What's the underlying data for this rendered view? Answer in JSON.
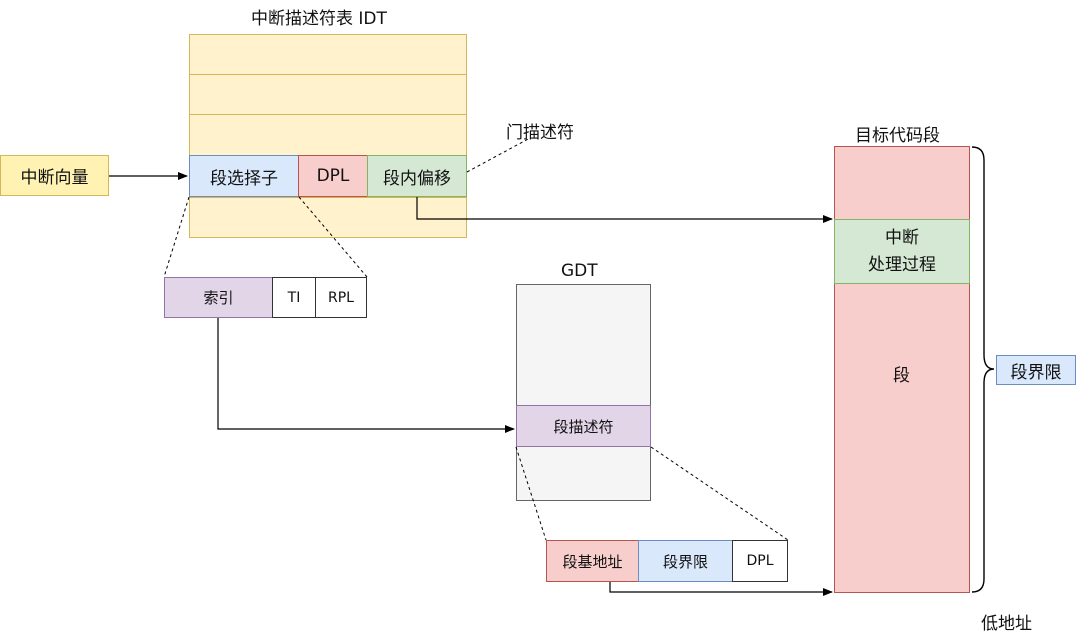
{
  "colors": {
    "yellow": "#fff2b3",
    "yellow_fill": "#fff2cc",
    "yellow_border": "#d6b656",
    "blue": "#dae8fc",
    "blue_border": "#6c8ebf",
    "red": "#f8cecc",
    "red_border": "#b85450",
    "green": "#d5e8d4",
    "green_border": "#82b366",
    "purple": "#e1d5e7",
    "purple_border": "#9673a6",
    "gray": "#f5f5f5",
    "gray_border": "#666666"
  },
  "idt": {
    "title": "中断描述符表 IDT",
    "gate_label": "门描述符",
    "segment_selector": "段选择子",
    "dpl": "DPL",
    "segment_offset": "段内偏移"
  },
  "interrupt_vector": "中断向量",
  "selector_detail": {
    "index": "索引",
    "ti": "TI",
    "rpl": "RPL"
  },
  "gdt": {
    "title": "GDT",
    "segment_descriptor": "段描述符",
    "base_address": "段基地址",
    "segment_limit": "段界限",
    "dpl": "DPL"
  },
  "target": {
    "title": "目标代码段",
    "handler_line1": "中断",
    "handler_line2": "处理过程",
    "segment": "段",
    "limit_label": "段界限",
    "low_address": "低地址"
  }
}
